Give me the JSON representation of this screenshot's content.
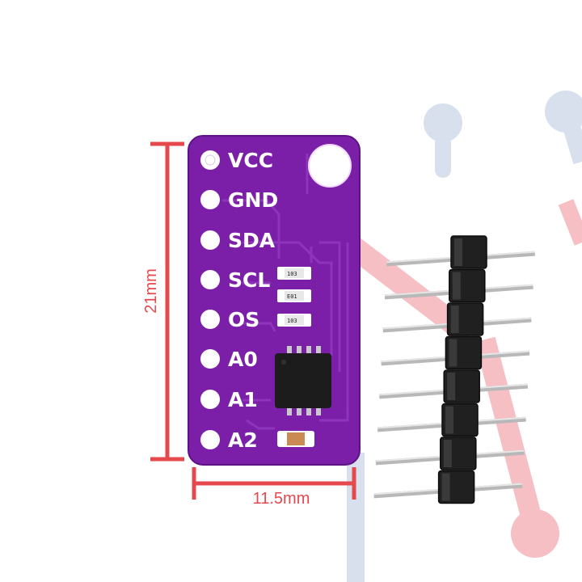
{
  "board": {
    "color": "#7b1fa8",
    "pins": [
      "VCC",
      "GND",
      "SDA",
      "SCL",
      "OS",
      "A0",
      "A1",
      "A2"
    ],
    "resistors": [
      "103",
      "E01",
      "103"
    ],
    "chip_icon": "soic-chip-icon"
  },
  "dimensions": {
    "height_label": "21mm",
    "width_label": "11.5mm",
    "color": "#e5484d"
  },
  "header": {
    "pin_count": 8,
    "icon": "pin-header-icon"
  },
  "watermark": {
    "icon": "circuit-watermark-icon",
    "colors": [
      "#c9d6e6",
      "#f2a7ae"
    ]
  }
}
